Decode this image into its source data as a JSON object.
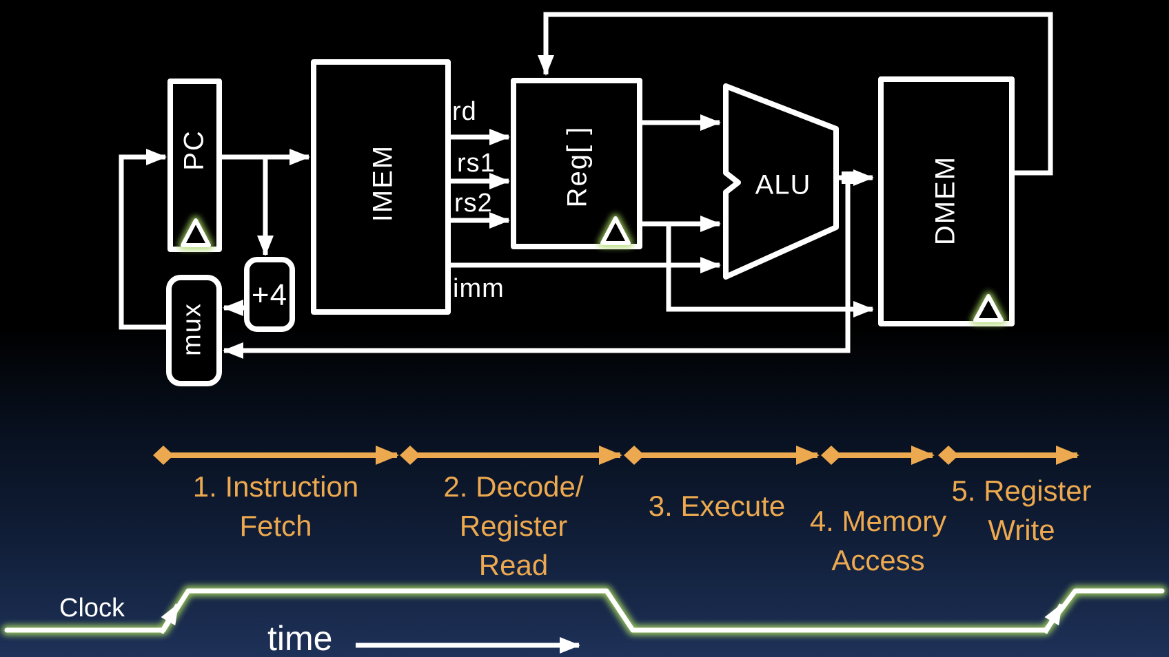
{
  "slide": {
    "blocks": {
      "pc": "PC",
      "imem": "IMEM",
      "reg": "Reg[ ]",
      "alu": "ALU",
      "dmem": "DMEM",
      "mux": "mux",
      "plus4": "+4"
    },
    "signals": {
      "rd": "rd",
      "rs1": "rs1",
      "rs2": "rs2",
      "imm": "imm"
    },
    "stages": [
      {
        "lines": [
          "1. Instruction",
          "Fetch"
        ]
      },
      {
        "lines": [
          "2. Decode/",
          "Register",
          "Read"
        ]
      },
      {
        "lines": [
          "3. Execute"
        ]
      },
      {
        "lines": [
          "4. Memory",
          "Access"
        ]
      },
      {
        "lines": [
          "5. Register",
          "Write"
        ]
      }
    ],
    "timeline": {
      "clock": "Clock",
      "time": "time"
    },
    "colors": {
      "stage_orange": "#EDA94F",
      "glow_green": "#A6D45F",
      "wire_white": "#FFFFFF",
      "bg_bottom": "#1E3158"
    }
  }
}
